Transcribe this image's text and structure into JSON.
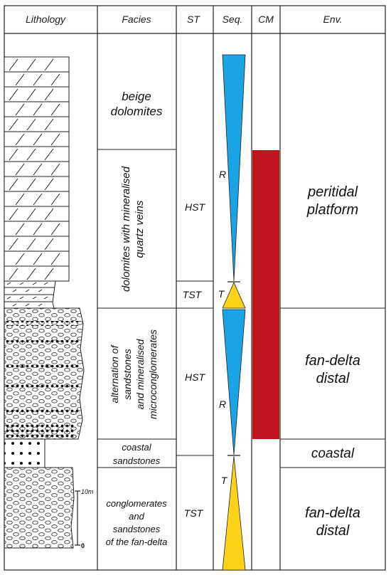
{
  "headers": {
    "lithology": "Lithology",
    "facies": "Facies",
    "st": "ST",
    "seq": "Seq.",
    "cm": "CM",
    "env": "Env."
  },
  "facies": {
    "beige_l1": "beige",
    "beige_l2": "dolomites",
    "veins_l1": "dolomites with mineralised",
    "veins_l2": "quartz veins",
    "alt_l1": "alternation of",
    "alt_l2": "sandstones",
    "alt_l3": "and mineralised",
    "alt_l4": "microconglomerates",
    "coastal_l1": "coastal",
    "coastal_l2": "sandstones",
    "fan_l1": "conglomerates",
    "fan_l2": "and",
    "fan_l3": "sandstones",
    "fan_l4": "of the fan-delta"
  },
  "systems_tracts": {
    "hst_upper": "HST",
    "tst_upper": "TST",
    "hst_lower": "HST",
    "tst_lower": "TST"
  },
  "sequence": {
    "r_upper": "R",
    "t_upper": "T",
    "r_lower": "R",
    "t_lower": "T"
  },
  "environment": {
    "peritidal_l1": "peritidal",
    "peritidal_l2": "platform",
    "fandelta_l1": "fan-delta",
    "fandelta_l2": "distal",
    "coastal": "coastal",
    "fandelta2_l1": "fan-delta",
    "fandelta2_l2": "distal"
  },
  "scale": {
    "top_label": "10m",
    "bottom_label": "0"
  },
  "colors": {
    "regressive": "#1aa3e6",
    "transgressive": "#ffd21a",
    "cm_bar": "#c0141e",
    "rule": "#222222"
  }
}
